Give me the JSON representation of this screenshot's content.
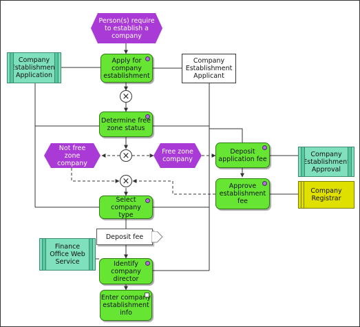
{
  "events": {
    "start": "Person(s) require\nto establish a\ncompany",
    "not_free_zone": "Not free zone\ncompany",
    "free_zone": "Free zone\ncompany"
  },
  "functions": {
    "apply": "Apply for\ncompany\nestablishment",
    "determine": "Determine free\nzone status",
    "deposit_app_fee": "Deposit\napplication fee",
    "approve": "Approve\nestablishment\nfee",
    "select_type": "Select company\ntype",
    "identify_director": "Identify company\ndirector",
    "enter_info": "Enter company\nestablishment\ninfo"
  },
  "systems": {
    "app": "Company\nEstablishment\nApplication",
    "approval": "Company\nEstablishment\nApproval",
    "finance": "Finance\nOffice Web\nService"
  },
  "roles": {
    "applicant": "Company\nEstablishment\nApplicant",
    "registrar": "Company\nRegistrar"
  },
  "information": {
    "deposit_fee": "Deposit fee"
  },
  "operators": {
    "xor": "×"
  },
  "colors": {
    "event": "#a93ad6",
    "function": "#66e633",
    "system": "#7fe0bd",
    "organization": "#e0e000",
    "operator_line": "#333333"
  }
}
